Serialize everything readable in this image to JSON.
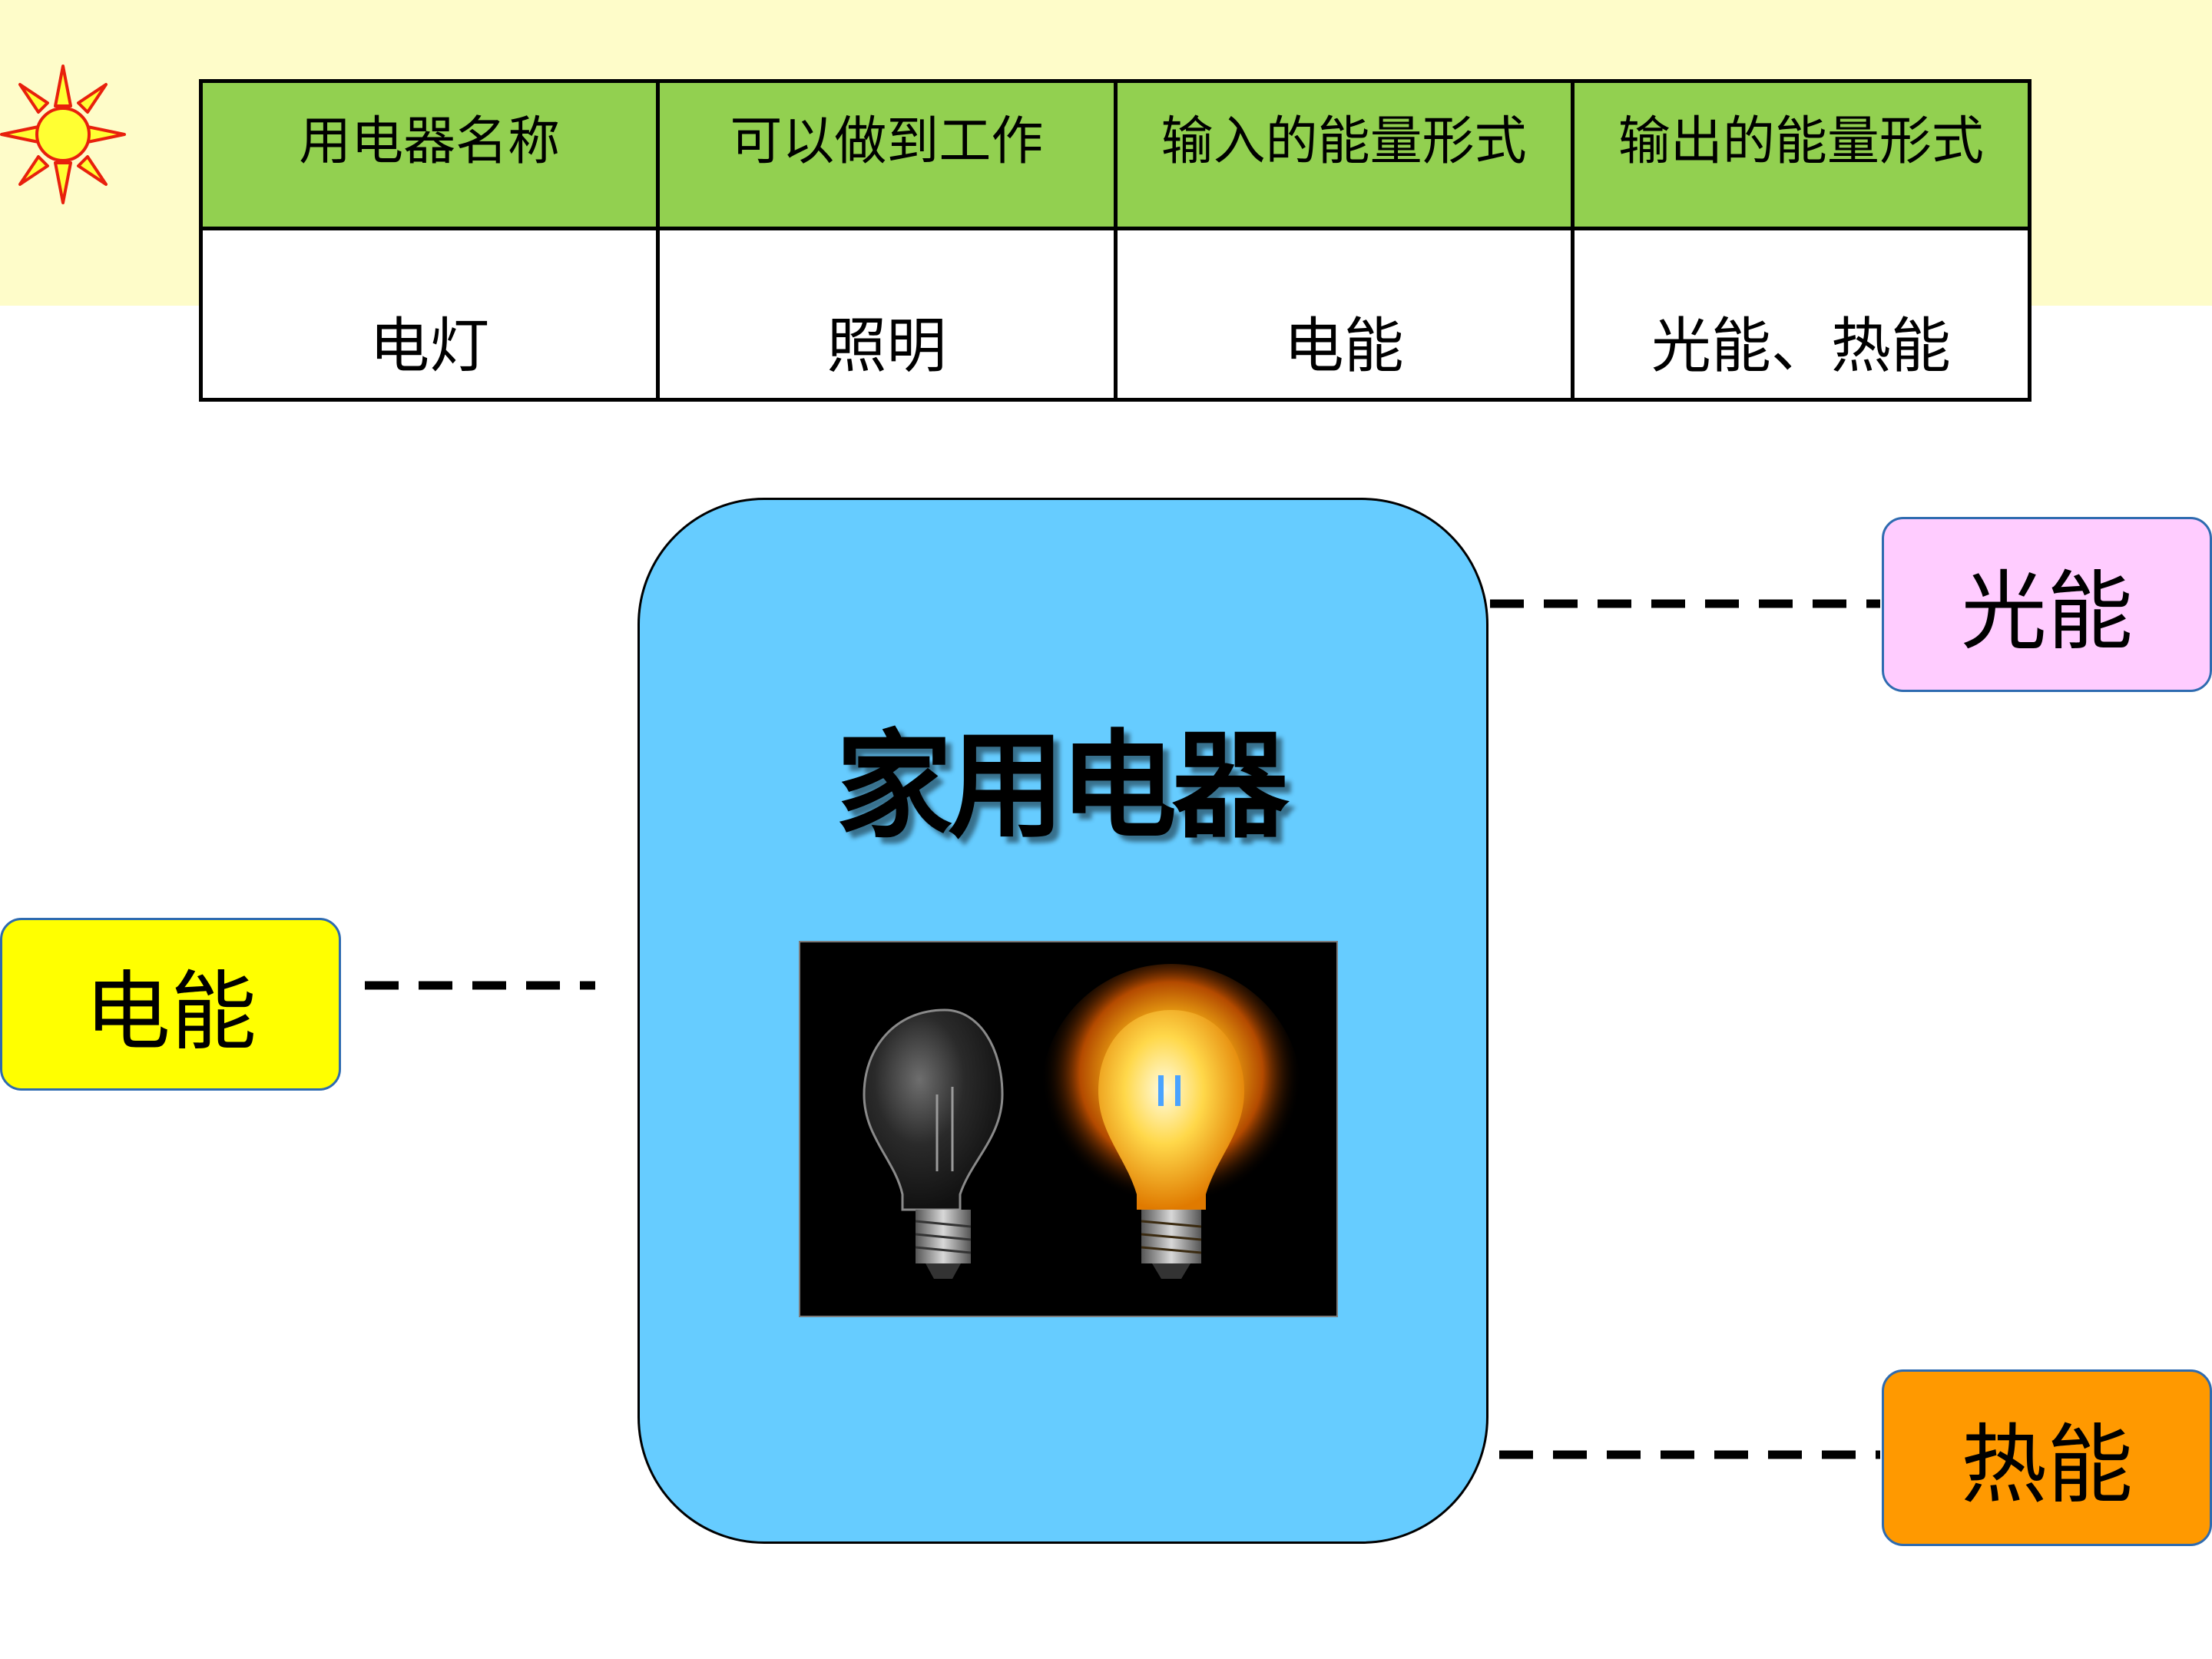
{
  "slide": {
    "background_band_color": "#fefcc9",
    "icon": "sun-icon"
  },
  "table": {
    "header_bg": "#92d050",
    "headers": [
      "用电器名称",
      "可以做到工作",
      "输入的能量形式",
      "输出的能量形式"
    ],
    "rows": [
      [
        "电灯",
        "照明",
        "电能",
        "光能、热能"
      ]
    ]
  },
  "diagram": {
    "device": {
      "title": "家用电器",
      "color": "#66ccff",
      "image": "light-bulbs-photo"
    },
    "input": {
      "label": "电能",
      "color": "#ffff00"
    },
    "outputs": [
      {
        "label": "光能",
        "color": "#ffccff"
      },
      {
        "label": "热能",
        "color": "#ff9900"
      }
    ]
  }
}
